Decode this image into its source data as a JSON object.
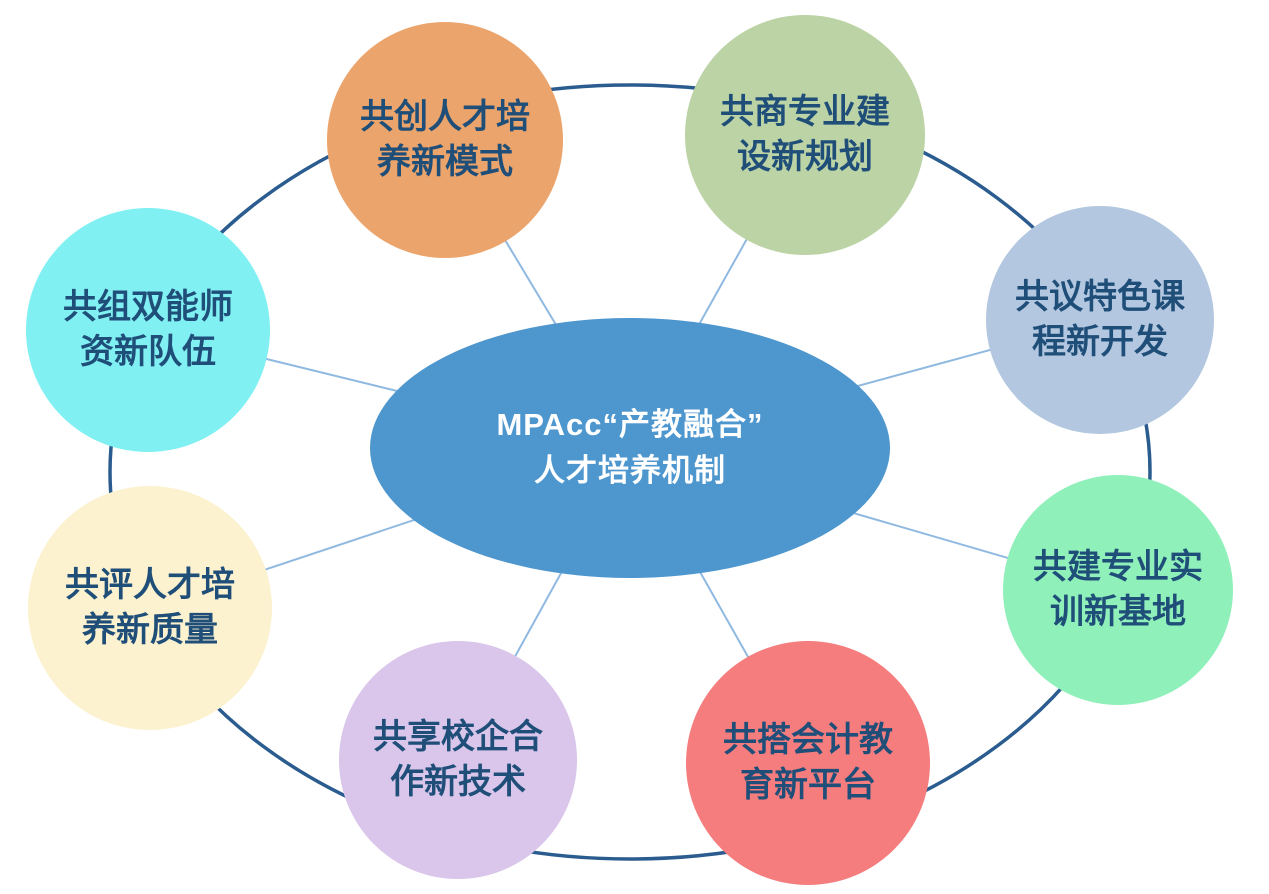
{
  "diagram": {
    "background": "#FFFFFF",
    "ring_color": "#2B5C8F",
    "connector_color": "#8FB9E0",
    "node_text_color": "#1F4E79"
  },
  "center": {
    "label": "MPAcc“产教融合”\n人才培养机制",
    "color": "#4E96CE",
    "text_color": "#FFFFFF"
  },
  "nodes": [
    {
      "label": "共创人才培\n养新模式",
      "color": "#EBA46B"
    },
    {
      "label": "共商专业建\n设新规划",
      "color": "#BCD3A5"
    },
    {
      "label": "共议特色课\n程新开发",
      "color": "#B3C8E0"
    },
    {
      "label": "共建专业实\n训新基地",
      "color": "#90F0BA"
    },
    {
      "label": "共搭会计教\n育新平台",
      "color": "#F57D7E"
    },
    {
      "label": "共享校企合\n作新技术",
      "color": "#D9C6EA"
    },
    {
      "label": "共评人才培\n养新质量",
      "color": "#FCF2CF"
    },
    {
      "label": "共组双能师\n资新队伍",
      "color": "#80F0F2"
    }
  ]
}
